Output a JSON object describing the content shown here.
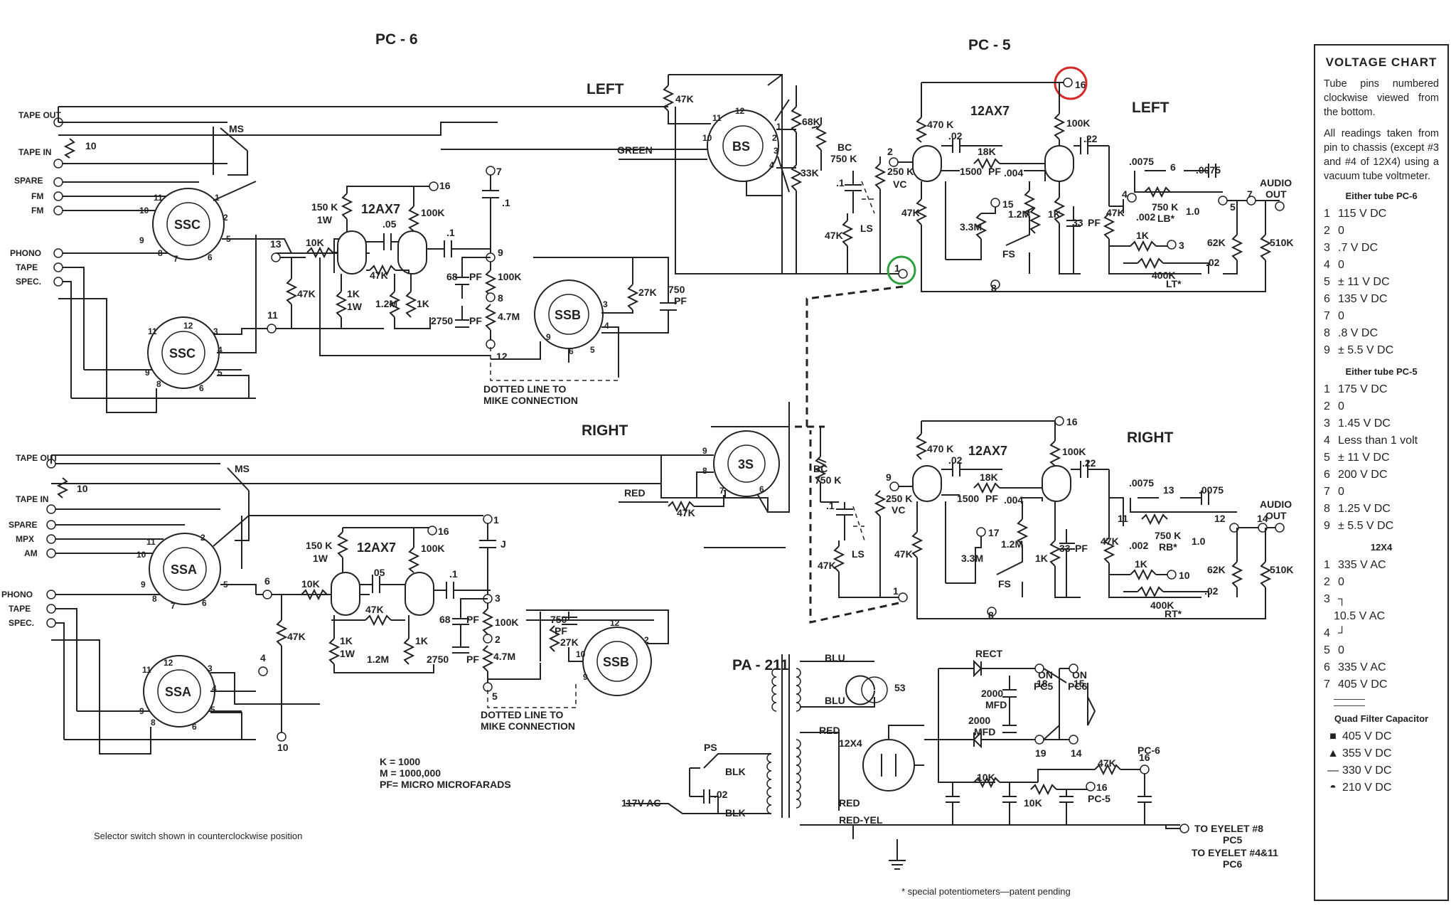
{
  "sections": {
    "pc6": "PC - 6",
    "pc5": "PC - 5",
    "pa211": "PA - 211",
    "left": "LEFT",
    "right": "RIGHT"
  },
  "inputs_left": [
    "TAPE OUT",
    "TAPE IN",
    "SPARE",
    "FM",
    "FM",
    "PHONO",
    "TAPE",
    "SPEC."
  ],
  "inputs_right": [
    "TAPE OUT",
    "TAPE IN",
    "SPARE",
    "MPX",
    "AM",
    "PHONO",
    "TAPE",
    "SPEC."
  ],
  "tubes": {
    "ssc": "SSC",
    "ssa": "SSA",
    "ssb": "SSB",
    "bs": "BS",
    "tube_12ax7": "12AX7",
    "tube_12x4": "12X4"
  },
  "labels": {
    "ms": "MS",
    "green": "GREEN",
    "red": "RED",
    "dotted_note_1": "DOTTED LINE TO",
    "dotted_note_2": "MIKE CONNECTION",
    "audio_out_1": "AUDIO",
    "audio_out_2": "OUT",
    "bc": "BC",
    "vc": "VC",
    "ls": "LS",
    "fs": "FS",
    "lb": "LB*",
    "lt": "LT*",
    "rb": "RB*",
    "rt": "RT*",
    "rect": "RECT",
    "on": "ON",
    "pc5": "PC5",
    "pc6": "PC6",
    "pc6_dash": "PC-6",
    "pc5_dash": "PC-5",
    "blu": "BLU",
    "blk": "BLK",
    "red_yel": "RED-YEL",
    "ps": "PS",
    "v117": "117V AC",
    "mfd": "MFD",
    "eyelet_1": "TO EYELET #8",
    "eyelet_1b": "PC5",
    "eyelet_2": "TO EYELET #4&11",
    "eyelet_2b": "PC6",
    "key_k": "K = 1000",
    "key_m": "M = 1000,000",
    "key_pf": "PF= MICRO MICROFARADS",
    "selector_note": "Selector switch shown in counterclockwise position",
    "patent_note": "* special potentiometers—patent pending"
  },
  "values": {
    "r10": "10",
    "r47k": "47K",
    "r150k": "150 K",
    "w1": "1W",
    "r100k": "100K",
    "r10k": "10K",
    "r1k": "1K",
    "r12m": "1.2M",
    "r47m": "4.7M",
    "r68k": "68K",
    "r33k": "33K",
    "r27k": "27K",
    "r470k": "470 K",
    "r18k": "18K",
    "r33m": "3.3M",
    "r750k": "750 K",
    "r250k": "250 K",
    "r62k": "62K",
    "r510k": "510K",
    "r400k": "400K",
    "c05": ".05",
    "c1": ".1",
    "c02": ".02",
    "c22": ".22",
    "c004": ".004",
    "c002": ".002",
    "c0075": ".0075",
    "c10": "1.0",
    "c68": "68",
    "c2750": "2750",
    "c750pf": "750",
    "c1500": "1500",
    "c33": "33",
    "pf": "PF",
    "c2000": "2000",
    "c53": "53"
  },
  "nodes": [
    "16",
    "15",
    "13",
    "11",
    "9",
    "8",
    "7",
    "12",
    "6",
    "5",
    "4",
    "3",
    "2",
    "1",
    "10",
    "17",
    "18",
    "19",
    "14"
  ],
  "voltage_chart": {
    "title": "VOLTAGE CHART",
    "note_1": "Tube pins numbered clockwise viewed from the bottom.",
    "note_2": "All readings taken from pin to chassis (except #3 and #4 of 12X4) using a vacuum tube voltmeter.",
    "pc6_head": "Either tube PC-6",
    "pc6_rows": [
      {
        "pin": "1",
        "val": "115 V DC"
      },
      {
        "pin": "2",
        "val": "0"
      },
      {
        "pin": "3",
        "val": ".7 V DC"
      },
      {
        "pin": "4",
        "val": "0"
      },
      {
        "pin": "5",
        "val": "± 11 V DC"
      },
      {
        "pin": "6",
        "val": "135 V DC"
      },
      {
        "pin": "7",
        "val": "0"
      },
      {
        "pin": "8",
        "val": ".8 V DC"
      },
      {
        "pin": "9",
        "val": "± 5.5 V DC"
      }
    ],
    "pc5_head": "Either tube PC-5",
    "pc5_rows": [
      {
        "pin": "1",
        "val": "175 V DC"
      },
      {
        "pin": "2",
        "val": "0"
      },
      {
        "pin": "3",
        "val": "1.45 V DC"
      },
      {
        "pin": "4",
        "val": "Less than 1 volt"
      },
      {
        "pin": "5",
        "val": "± 11 V DC"
      },
      {
        "pin": "6",
        "val": "200 V DC"
      },
      {
        "pin": "7",
        "val": "0"
      },
      {
        "pin": "8",
        "val": "1.25 V DC"
      },
      {
        "pin": "9",
        "val": "± 5.5 V DC"
      }
    ],
    "x4_head": "12X4",
    "x4_rows": [
      {
        "pin": "1",
        "val": "335 V AC"
      },
      {
        "pin": "2",
        "val": "0"
      },
      {
        "pin": "3",
        "val": "10.5 V AC"
      },
      {
        "pin": "4",
        "val": ""
      },
      {
        "pin": "5",
        "val": "0"
      },
      {
        "pin": "6",
        "val": "335 V AC"
      },
      {
        "pin": "7",
        "val": "405 V DC"
      }
    ],
    "quad_head": "Quad Filter Capacitor",
    "quad_rows": [
      {
        "sym": "■",
        "val": "405 V DC"
      },
      {
        "sym": "▲",
        "val": "355 V DC"
      },
      {
        "sym": "—",
        "val": "330 V DC"
      },
      {
        "sym": "◓",
        "val": "210 V DC"
      }
    ]
  },
  "annotations": {
    "highlight_red": "#d62828",
    "highlight_green": "#2e9e3e"
  }
}
